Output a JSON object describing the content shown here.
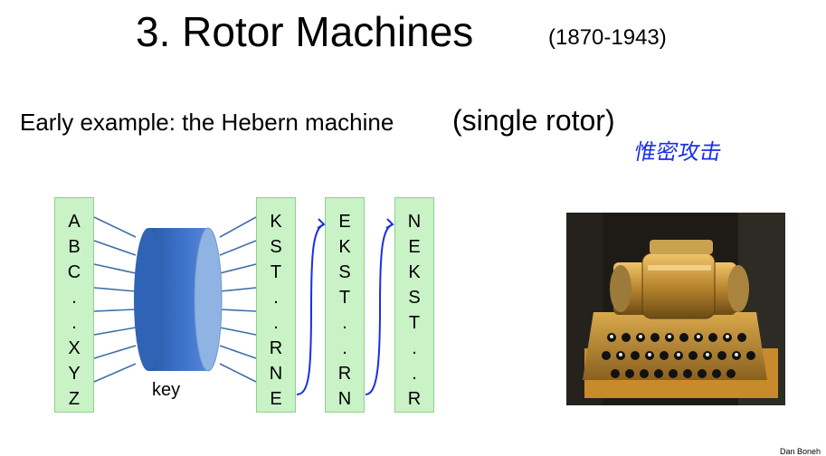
{
  "slide": {
    "title": "3. Rotor Machines",
    "years": "(1870-1943)",
    "subtitle_text": "Early example:   the Hebern machine",
    "subtitle_emph": "(single rotor)",
    "handwritten_note": "惟密攻击",
    "key_label": "key",
    "author": "Dan Boneh"
  },
  "columns": [
    {
      "letters": [
        "A",
        "B",
        "C",
        ".",
        ".",
        "X",
        "Y",
        "Z"
      ]
    },
    {
      "letters": [
        "K",
        "S",
        "T",
        ".",
        ".",
        "R",
        "N",
        "E"
      ]
    },
    {
      "letters": [
        "E",
        "K",
        "S",
        "T",
        ".",
        ".",
        "R",
        "N"
      ]
    },
    {
      "letters": [
        "N",
        "E",
        "K",
        "S",
        "T",
        ".",
        ".",
        "R"
      ]
    }
  ],
  "colors": {
    "column_fill": "#c9f2c6",
    "rotor_body": "#3a6bc4",
    "rotor_face": "#8fb4e3",
    "arrow": "#1a2fe6",
    "wire": "#3f6fa8"
  },
  "image": {
    "alt": "Hebern rotor machine photograph"
  }
}
